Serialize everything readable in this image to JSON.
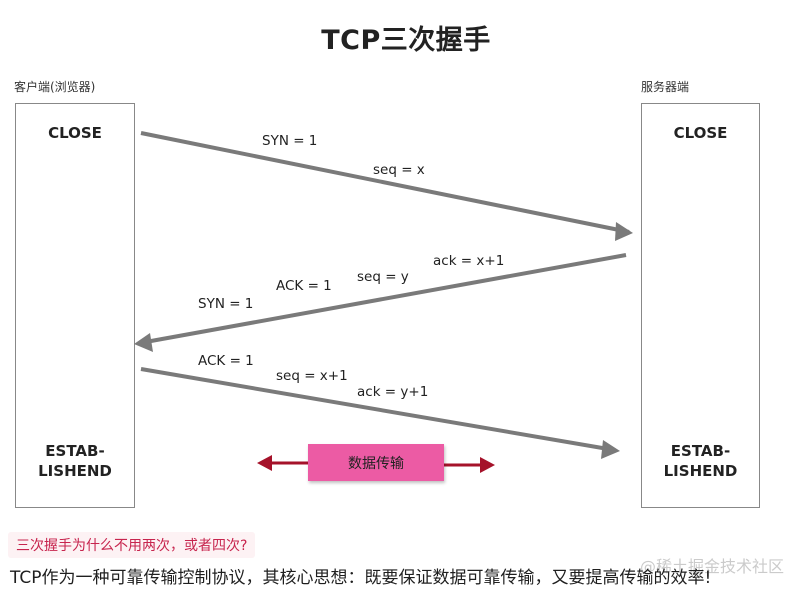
{
  "title": "TCP三次握手",
  "client": {
    "label": "客户端(浏览器)",
    "state_top": "CLOSE",
    "state_bottom_line1": "ESTAB-",
    "state_bottom_line2": "LISHEND"
  },
  "server": {
    "label": "服务器端",
    "state_top": "CLOSE",
    "state_bottom_line1": "ESTAB-",
    "state_bottom_line2": "LISHEND"
  },
  "messages": {
    "m1_syn": "SYN = 1",
    "m1_seq": "seq = x",
    "m2_ack_num": "ack = x+1",
    "m2_seq": "seq = y",
    "m2_ack": "ACK = 1",
    "m2_syn": "SYN = 1",
    "m3_ack": "ACK = 1",
    "m3_seq": "seq = x+1",
    "m3_ack_num": "ack = y+1"
  },
  "data_transfer_label": "数据传输",
  "question": "三次握手为什么不用两次，或者四次?",
  "body_text": "TCP作为一种可靠传输控制协议，其核心思想：既要保证数据可靠传输，又要提高传输的效率!",
  "watermark": "@稀土掘金技术社区",
  "colors": {
    "arrow_gray": "#7a7a7a",
    "data_arrow": "#a5122a",
    "data_box": "#ec5ba4",
    "question_text": "#c7254e"
  }
}
